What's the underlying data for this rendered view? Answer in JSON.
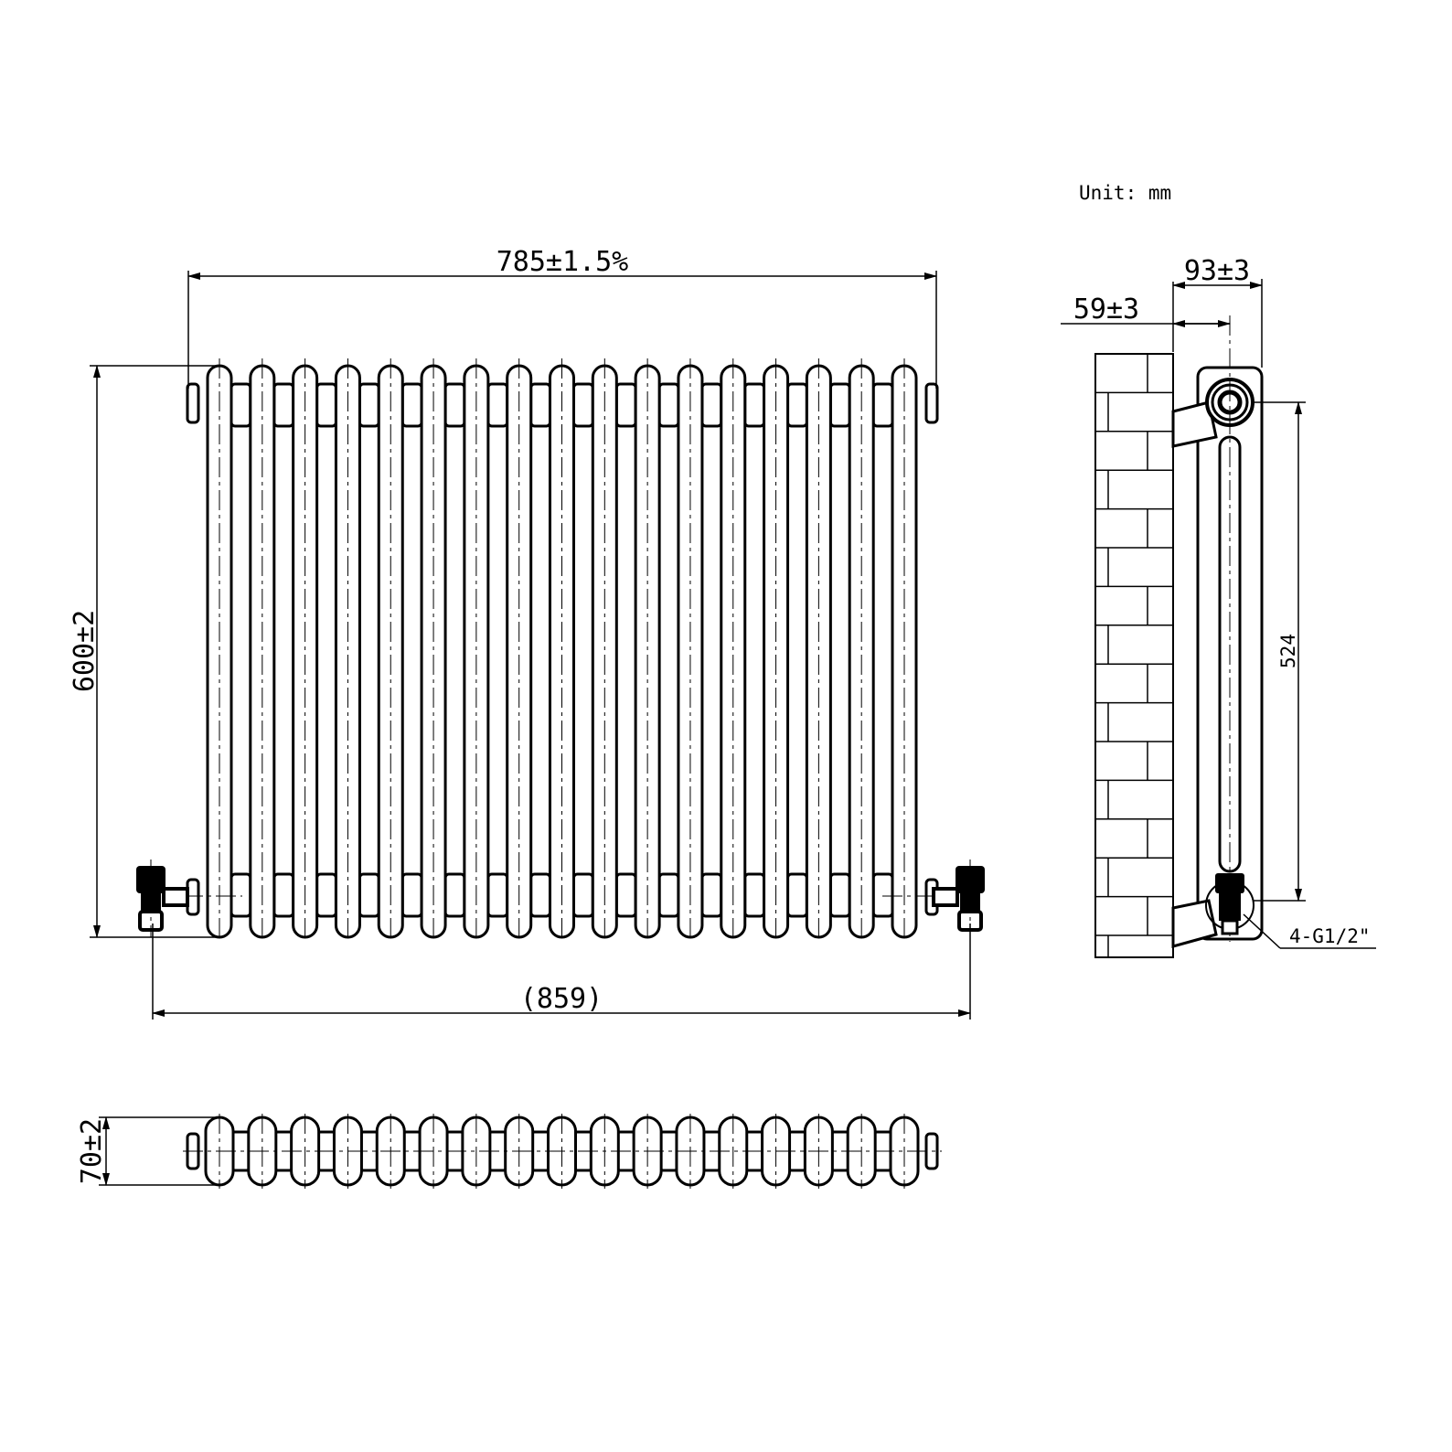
{
  "unit_label": "Unit: mm",
  "section_count": 17,
  "dimensions": {
    "width": "785±1.5%",
    "height": "600±2",
    "overall_width": "(859)",
    "depth": "70±2",
    "side_total": "93±3",
    "side_wall_offset": "59±3",
    "pipe_centres": "524",
    "connections": "4-G1/2\""
  },
  "colors": {
    "line": "#000000",
    "background": "#ffffff"
  }
}
